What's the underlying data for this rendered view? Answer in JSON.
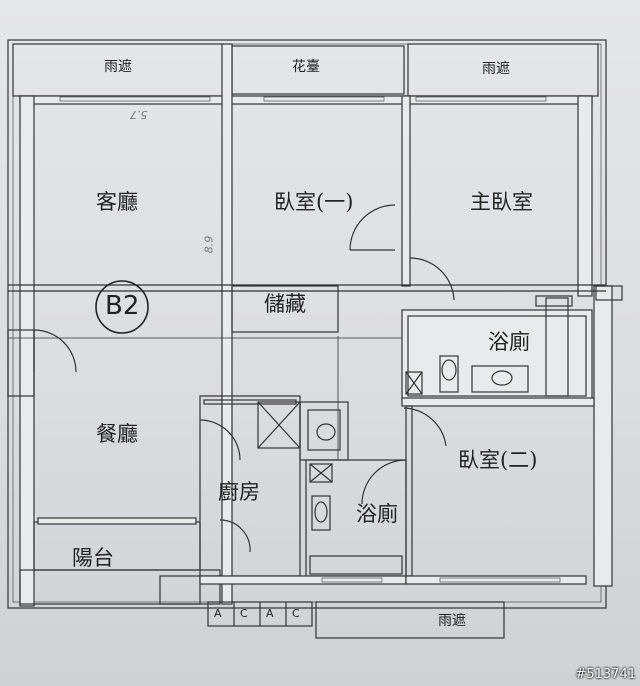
{
  "plan": {
    "rooms": {
      "canopy_left": "雨遮",
      "flower_bed": "花臺",
      "canopy_right": "雨遮",
      "living_room": "客廳",
      "bedroom_one": "臥室(一)",
      "master_bedroom": "主臥室",
      "storage": "儲藏",
      "bathroom_master": "浴廁",
      "dining_room": "餐廳",
      "bedroom_two": "臥室(二)",
      "kitchen": "廚房",
      "bathroom_hall": "浴廁",
      "balcony": "陽台",
      "canopy_bottom": "雨遮"
    },
    "unit_marker": "B2",
    "ac_marks": [
      "A",
      "C",
      "A",
      "C"
    ],
    "pencil_notes": [
      "5.7",
      "8.9"
    ]
  },
  "watermark": "#513741"
}
